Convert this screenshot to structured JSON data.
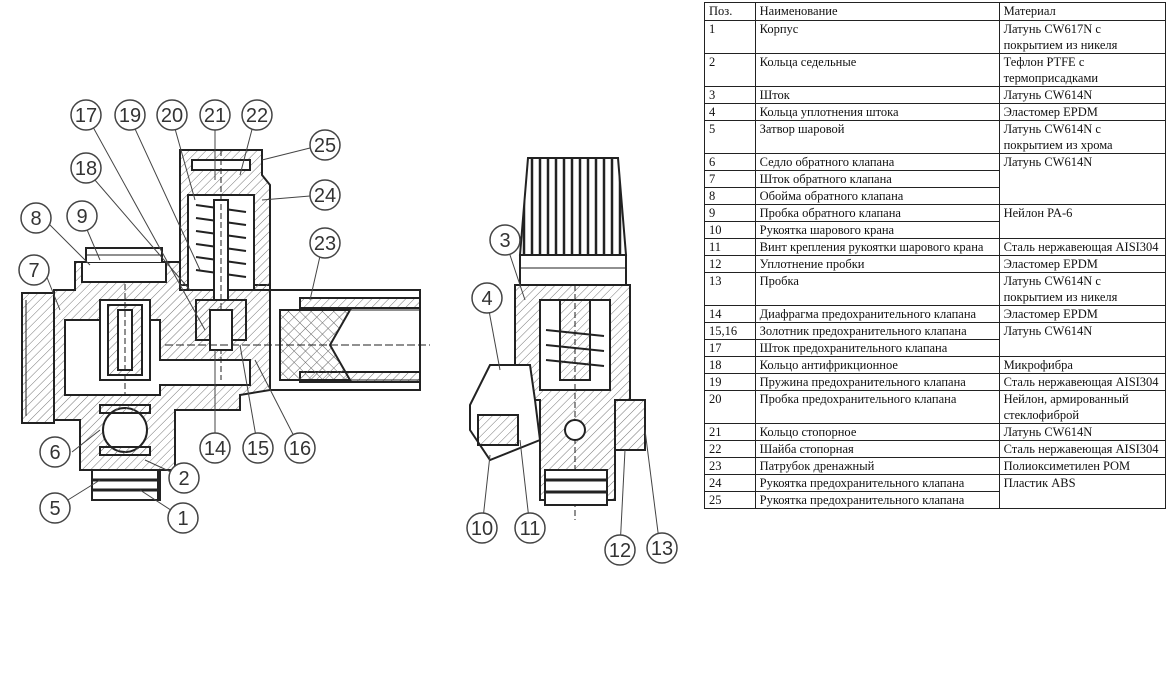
{
  "callouts": [
    "1",
    "2",
    "3",
    "4",
    "5",
    "6",
    "7",
    "8",
    "9",
    "10",
    "11",
    "12",
    "13",
    "14",
    "15",
    "16",
    "17",
    "18",
    "19",
    "20",
    "21",
    "22",
    "23",
    "24",
    "25"
  ],
  "table": {
    "headers": [
      "Поз.",
      "Наименование",
      "Материал"
    ],
    "rows": [
      {
        "pos": "1",
        "name": "Корпус",
        "material": "Латунь CW617N с покрытием из никеля",
        "mat_rowspan": 1
      },
      {
        "pos": "2",
        "name": "Кольца седельные",
        "material": "Тефлон PTFE с термоприсадками",
        "mat_rowspan": 1
      },
      {
        "pos": "3",
        "name": "Шток",
        "material": "Латунь CW614N",
        "mat_rowspan": 1
      },
      {
        "pos": "4",
        "name": "Кольца уплотнения штока",
        "material": "Эластомер EPDM",
        "mat_rowspan": 1
      },
      {
        "pos": "5",
        "name": "Затвор шаровой",
        "material": "Латунь CW614N с покрытием из хрома",
        "mat_rowspan": 1
      },
      {
        "pos": "6",
        "name": "Седло обратного клапана",
        "material": "Латунь CW614N",
        "mat_rowspan": 3
      },
      {
        "pos": "7",
        "name": "Шток обратного клапана",
        "material": "",
        "mat_rowspan": 0
      },
      {
        "pos": "8",
        "name": "Обойма обратного клапана",
        "material": "",
        "mat_rowspan": 0
      },
      {
        "pos": "9",
        "name": "Пробка обратного клапана",
        "material": "Нейлон PA-6",
        "mat_rowspan": 2
      },
      {
        "pos": "10",
        "name": "Рукоятка шарового крана",
        "material": "",
        "mat_rowspan": 0
      },
      {
        "pos": "11",
        "name": "Винт крепления рукоятки шарового крана",
        "material": "Сталь нержавеющая AISI304",
        "mat_rowspan": 1
      },
      {
        "pos": "12",
        "name": "Уплотнение пробки",
        "material": "Эластомер EPDM",
        "mat_rowspan": 1
      },
      {
        "pos": "13",
        "name": "Пробка",
        "material": "Латунь CW614N с покрытием из никеля",
        "mat_rowspan": 1
      },
      {
        "pos": "14",
        "name": "Диафрагма предохранительного клапана",
        "material": "Эластомер EPDM",
        "mat_rowspan": 1
      },
      {
        "pos": "15,16",
        "name": "Золотник предохранительного клапана",
        "material": "Латунь CW614N",
        "mat_rowspan": 2
      },
      {
        "pos": "17",
        "name": "Шток предохранительного клапана",
        "material": "",
        "mat_rowspan": 0
      },
      {
        "pos": "18",
        "name": "Кольцо антифрикционное",
        "material": "Микрофибра",
        "mat_rowspan": 1
      },
      {
        "pos": "19",
        "name": "Пружина предохранительного клапана",
        "material": "Сталь нержавеющая AISI304",
        "mat_rowspan": 1
      },
      {
        "pos": "20",
        "name": "Пробка предохранительного клапана",
        "material": "Нейлон, армированный стеклофиброй",
        "mat_rowspan": 1
      },
      {
        "pos": "21",
        "name": "Кольцо стопорное",
        "material": "Латунь CW614N",
        "mat_rowspan": 1
      },
      {
        "pos": "22",
        "name": "Шайба стопорная",
        "material": "Сталь нержавеющая AISI304",
        "mat_rowspan": 1
      },
      {
        "pos": "23",
        "name": "Патрубок дренажный",
        "material": "Полиоксиметилен POM",
        "mat_rowspan": 1
      },
      {
        "pos": "24",
        "name": "Рукоятка предохранительного клапана",
        "material": "Пластик ABS",
        "mat_rowspan": 2
      },
      {
        "pos": "25",
        "name": "Рукоятка предохранительного клапана",
        "material": "",
        "mat_rowspan": 0
      }
    ]
  },
  "colors": {
    "line": "#333333",
    "hatch": "#666666",
    "border": "#222222"
  }
}
